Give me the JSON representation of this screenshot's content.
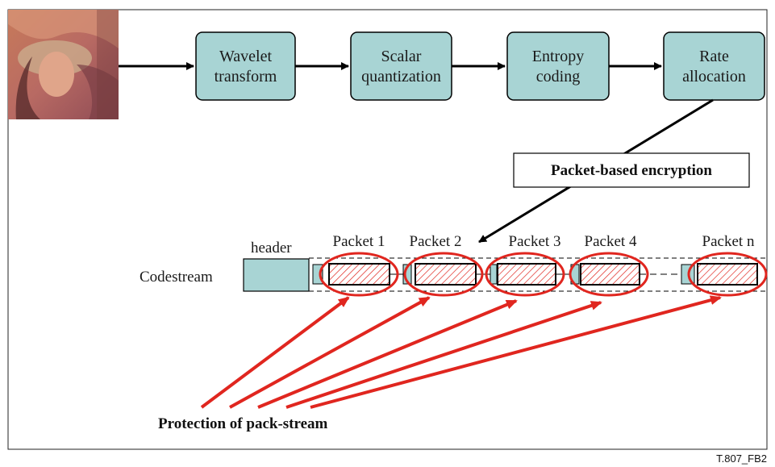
{
  "colors": {
    "box_fill": "#a8d4d4",
    "accent_red": "#e0261f",
    "line": "#000000",
    "hatch": "#e0261f"
  },
  "pipeline": {
    "stages": [
      {
        "line1": "Wavelet",
        "line2": "transform"
      },
      {
        "line1": "Scalar",
        "line2": "quantization"
      },
      {
        "line1": "Entropy",
        "line2": "coding"
      },
      {
        "line1": "Rate",
        "line2": "allocation"
      }
    ]
  },
  "encryption": {
    "label": "Packet-based encryption"
  },
  "codestream": {
    "label": "Codestream",
    "header_label": "header",
    "packet_labels": [
      "Packet 1",
      "Packet 2",
      "Packet 3",
      "Packet 4",
      "Packet n"
    ]
  },
  "protection": {
    "label": "Protection of pack-stream"
  },
  "figure_tag": "T.807_FB2",
  "image": {
    "icon": "photo-thumbnail-icon"
  }
}
